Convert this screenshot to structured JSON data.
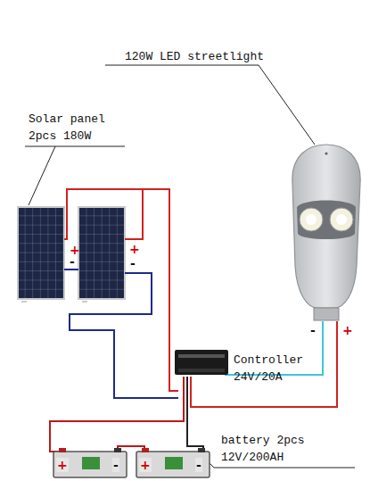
{
  "diagram": {
    "labels": [
      "120W LED streetlight",
      "Solar panel 2pcs 180W",
      "+",
      "-",
      "+",
      "-",
      "-",
      "+",
      "Controller 24V/20A",
      "+",
      "-",
      "+",
      "-",
      "battery 2pcs 12V/200AH"
    ]
  }
}
